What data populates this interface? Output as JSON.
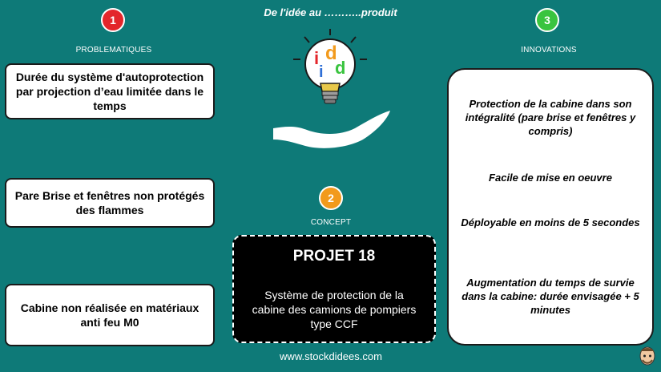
{
  "header": {
    "title": "De l'idée au ………..produit"
  },
  "badges": [
    {
      "number": "1",
      "color": "#e3262b"
    },
    {
      "number": "2",
      "color": "#f29a1c"
    },
    {
      "number": "3",
      "color": "#3ac43f"
    }
  ],
  "sections": {
    "problematiques": "PROBLEMATIQUES",
    "concept": "CONCEPT",
    "innovations": "INNOVATIONS"
  },
  "problems": [
    "Durée du système d'autoprotection par projection d’eau limitée dans le temps",
    "Pare Brise et fenêtres non protégés des flammes",
    "Cabine non réalisée en matériaux anti feu M0"
  ],
  "concept": {
    "title": "PROJET 18",
    "description": "Système de protection de la cabine des camions de pompiers type CCF"
  },
  "innovations": [
    "Protection de la cabine dans son intégralité (pare brise et fenêtres y compris)",
    "Facile de mise en oeuvre",
    "Déployable en moins de 5 secondes",
    "Augmentation du temps de survie dans la cabine: durée envisagée + 5 minutes"
  ],
  "logo": {
    "letters": [
      "i",
      "d",
      "d",
      "i"
    ]
  },
  "footer": {
    "url": "www.stockdidees.com"
  },
  "icons": {
    "bulb": "lightbulb-icon",
    "hand": "hand-icon",
    "avatar": "avatar-icon"
  },
  "colors": {
    "background": "#0e7a78",
    "box": "#ffffff",
    "concept_box": "#000000"
  }
}
